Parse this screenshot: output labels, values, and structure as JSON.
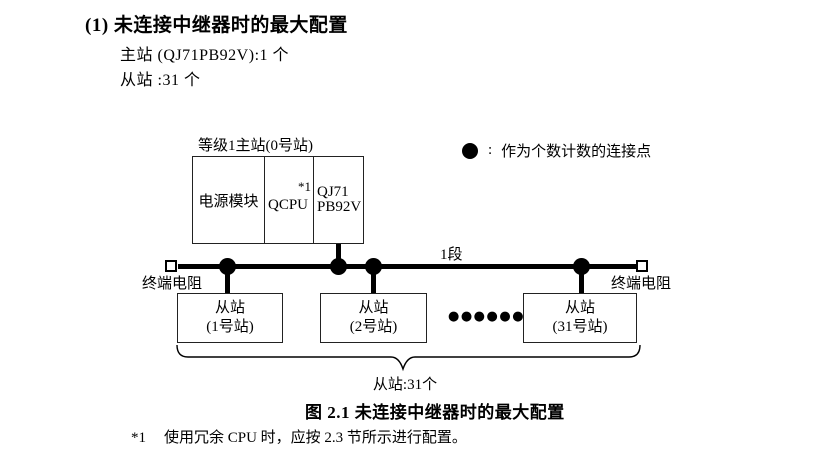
{
  "colors": {
    "text": "#000000",
    "line": "#000000",
    "background": "#ffffff"
  },
  "page": {
    "heading": "(1) 未连接中继器时的最大配置",
    "master_line": "主站 (QJ71PB92V):1 个",
    "slave_line": "从站 :31 个"
  },
  "diagram": {
    "master_label": "等级1主站(0号站)",
    "master_modules": [
      {
        "name": "电源模块"
      },
      {
        "name": "QCPU",
        "note": "*1"
      },
      {
        "name": "QJ71 PB92V",
        "line1": "QJ71",
        "line2": "PB92V"
      }
    ],
    "legend": {
      "symbol": "connection-point-dot",
      "separator": ":",
      "text": "作为个数计数的连接点"
    },
    "segment_label": "1段",
    "terminator_left": "终端电阻",
    "terminator_right": "终端电阻",
    "slaves": [
      {
        "line1": "从站",
        "line2": "(1号站)"
      },
      {
        "line1": "从站",
        "line2": "(2号站)"
      },
      {
        "line1": "从站",
        "line2": "(31号站)"
      }
    ],
    "ellipsis": "●●●●●●",
    "brace_label": "从站:31个"
  },
  "caption": "图 2.1 未连接中继器时的最大配置",
  "footnote": {
    "marker": "*1",
    "text": "使用冗余 CPU 时，应按 2.3 节所示进行配置。"
  }
}
